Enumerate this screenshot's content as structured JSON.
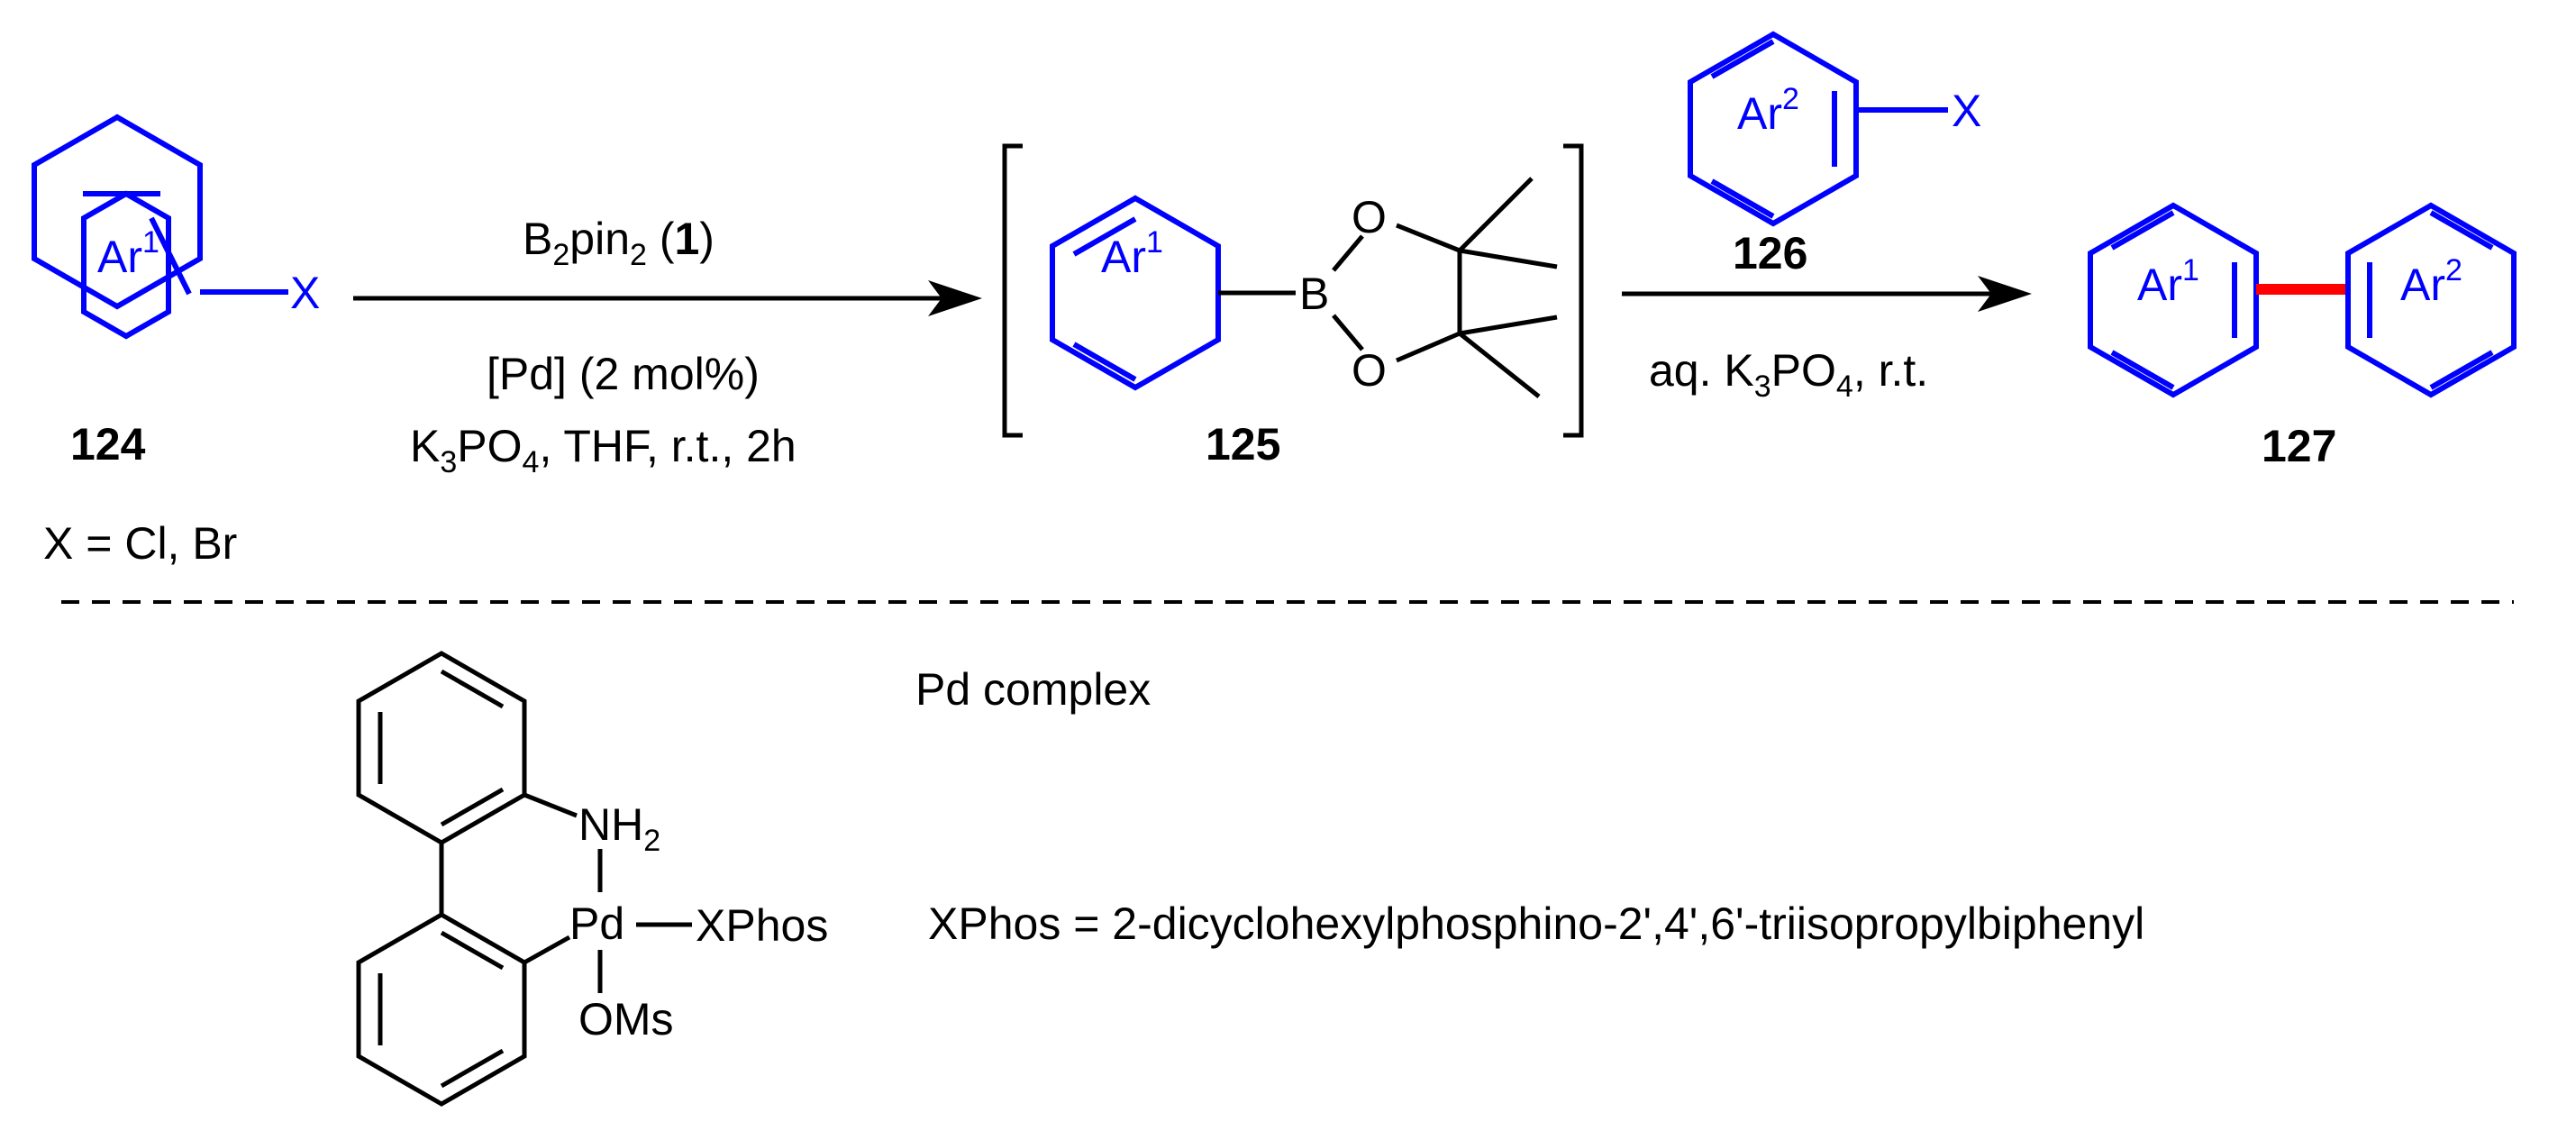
{
  "colors": {
    "aryl": "#0000ff",
    "new_bond": "#ff0000",
    "ink": "#000000"
  },
  "compound_124": {
    "ring_label": "Ar",
    "ring_sup": "1",
    "substituent": "X",
    "number": "124",
    "note": "X = Cl, Br"
  },
  "step1": {
    "reagent": "B",
    "reagent_sub": "2",
    "reagent_mid": "pin",
    "reagent_sub2": "2",
    "reagent_open": " (",
    "reagent_num": "1",
    "reagent_close": ")",
    "catalyst": "[Pd] (2 mol%)",
    "cond_a": "K",
    "cond_sub1": "3",
    "cond_b": "PO",
    "cond_sub2": "4",
    "cond_c": ", THF, r.t., 2h"
  },
  "compound_125": {
    "ring_label": "Ar",
    "ring_sup": "1",
    "boron": "B",
    "oxygen_top": "O",
    "oxygen_bottom": "O",
    "number": "125"
  },
  "compound_126": {
    "ring_label": "Ar",
    "ring_sup": "2",
    "substituent": "X",
    "number": "126"
  },
  "step2": {
    "cond_a": "aq. K",
    "cond_sub1": "3",
    "cond_b": "PO",
    "cond_sub2": "4",
    "cond_c": ", r.t."
  },
  "compound_127": {
    "ring1_label": "Ar",
    "ring1_sup": "1",
    "ring2_label": "Ar",
    "ring2_sup": "2",
    "number": "127"
  },
  "pd_complex": {
    "title": "Pd complex",
    "nh": "NH",
    "nh_sub": "2",
    "pd": "Pd",
    "ligand": "XPhos",
    "oms": "OMs",
    "definition": "XPhos = 2-dicyclohexylphosphino-2',4',6'-triisopropylbiphenyl"
  }
}
